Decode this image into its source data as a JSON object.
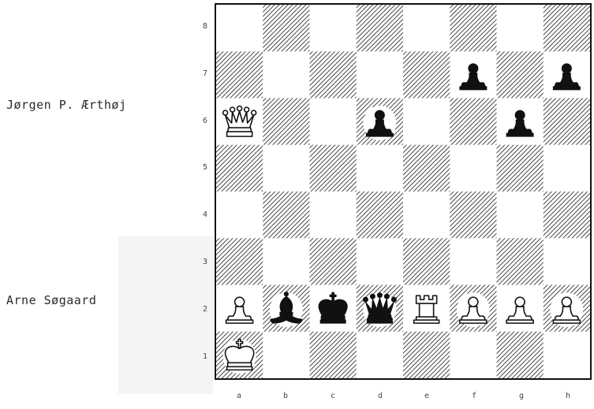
{
  "players": {
    "top": "Jørgen P. Ærthøj",
    "bottom": "Arne Søgaard"
  },
  "board": {
    "ranks": [
      "8",
      "7",
      "6",
      "5",
      "4",
      "3",
      "2",
      "1"
    ],
    "files": [
      "a",
      "b",
      "c",
      "d",
      "e",
      "f",
      "g",
      "h"
    ],
    "pieces": [
      {
        "square": "f7",
        "color": "black",
        "type": "pawn"
      },
      {
        "square": "h7",
        "color": "black",
        "type": "pawn"
      },
      {
        "square": "a6",
        "color": "white",
        "type": "queen"
      },
      {
        "square": "d6",
        "color": "black",
        "type": "pawn"
      },
      {
        "square": "g6",
        "color": "black",
        "type": "pawn"
      },
      {
        "square": "a2",
        "color": "white",
        "type": "pawn"
      },
      {
        "square": "b2",
        "color": "black",
        "type": "bishop"
      },
      {
        "square": "c2",
        "color": "black",
        "type": "king"
      },
      {
        "square": "d2",
        "color": "black",
        "type": "queen"
      },
      {
        "square": "e2",
        "color": "white",
        "type": "rook"
      },
      {
        "square": "f2",
        "color": "white",
        "type": "pawn"
      },
      {
        "square": "g2",
        "color": "white",
        "type": "pawn"
      },
      {
        "square": "h2",
        "color": "white",
        "type": "pawn"
      },
      {
        "square": "a1",
        "color": "white",
        "type": "king"
      }
    ]
  },
  "colors": {
    "light_square": "#ffffff",
    "dark_square_hatch": "#1a1a1a",
    "border": "#111111"
  }
}
